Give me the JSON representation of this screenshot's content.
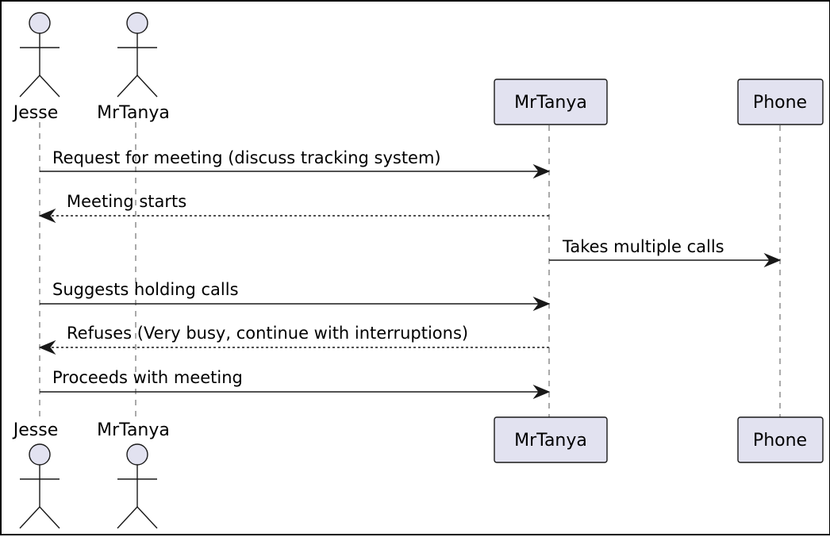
{
  "participants": {
    "jesse": {
      "label": "Jesse",
      "kind": "actor"
    },
    "mrtanya_actor": {
      "label": "MrTanya",
      "kind": "actor"
    },
    "mrtanya_box": {
      "label": "MrTanya",
      "kind": "participant"
    },
    "phone": {
      "label": "Phone",
      "kind": "participant"
    }
  },
  "messages": [
    {
      "text": "Request for meeting (discuss tracking system)",
      "from": "jesse",
      "to": "mrtanya_box",
      "style": "solid"
    },
    {
      "text": "Meeting starts",
      "from": "mrtanya_box",
      "to": "jesse",
      "style": "dashed"
    },
    {
      "text": "Takes multiple calls",
      "from": "mrtanya_box",
      "to": "phone",
      "style": "solid"
    },
    {
      "text": "Suggests holding calls",
      "from": "jesse",
      "to": "mrtanya_box",
      "style": "solid"
    },
    {
      "text": "Refuses (Very busy, continue with interruptions)",
      "from": "mrtanya_box",
      "to": "jesse",
      "style": "dashed"
    },
    {
      "text": "Proceeds with meeting",
      "from": "jesse",
      "to": "mrtanya_box",
      "style": "solid"
    }
  ],
  "colors": {
    "participant_fill": "#e2e2f0",
    "stroke": "#181818",
    "lifeline": "#555555"
  }
}
